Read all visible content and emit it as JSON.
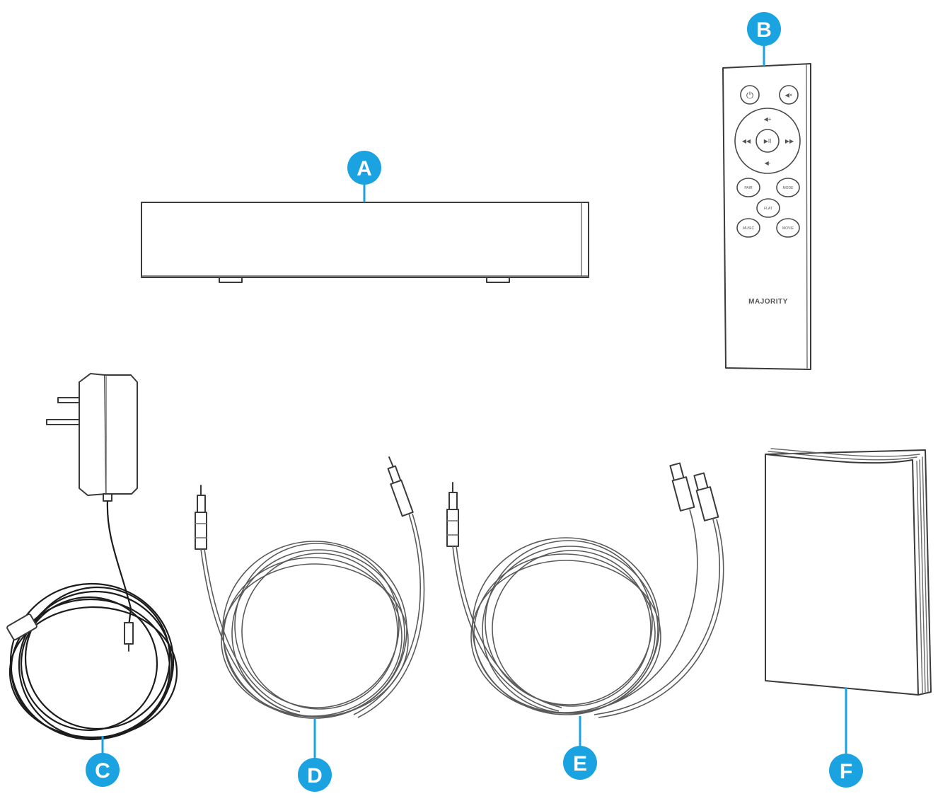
{
  "colors": {
    "accent": "#1aa3e0",
    "stroke": "#3a3a3a",
    "background": "#ffffff"
  },
  "items": [
    {
      "label": "A"
    },
    {
      "label": "B"
    },
    {
      "label": "C"
    },
    {
      "label": "D"
    },
    {
      "label": "E"
    },
    {
      "label": "F"
    }
  ],
  "remote": {
    "brand": "MAJORITY",
    "buttons": {
      "play": "▶II",
      "prev": "◀◀",
      "next": "▶▶",
      "vol_up": "◀+",
      "vol_down": "◀-",
      "power": "⏻",
      "mute": "◀×",
      "left_top": "PAIR",
      "right_top": "MODE",
      "center": "FLAT",
      "left_bottom": "MUSIC",
      "right_bottom": "MOVIE"
    }
  }
}
